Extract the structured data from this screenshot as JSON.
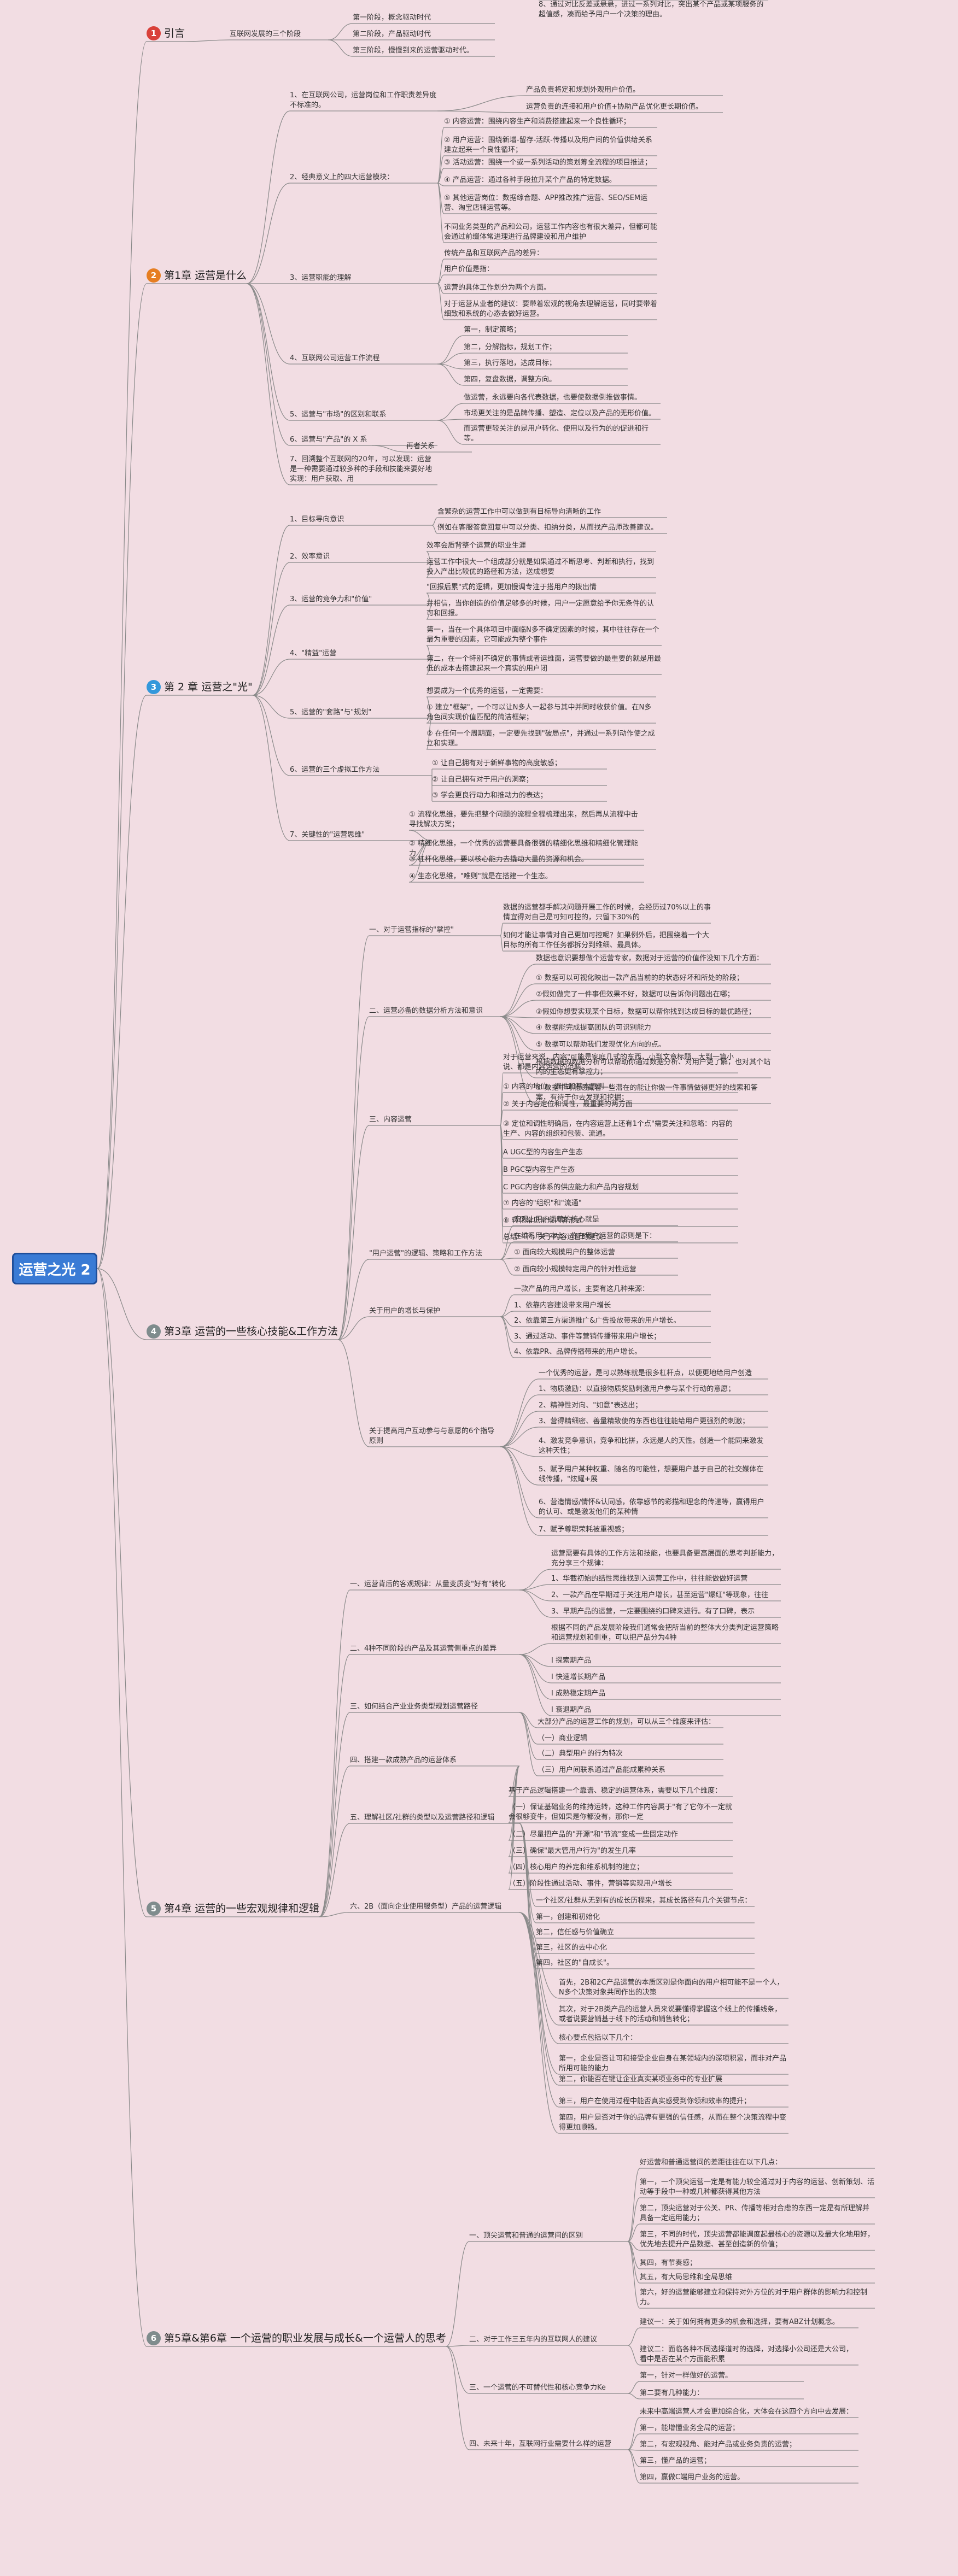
{
  "root": "运营之光 2",
  "colors": {
    "background": "#f2dde3",
    "root": "#3a7bd5",
    "line": "#8a8a8a",
    "badge_red": "#d9413a",
    "badge_orange": "#e67e22",
    "badge_blue": "#3498db",
    "badge_gray": "#7f8c8d"
  },
  "sec": [
    {
      "num": "1",
      "label": "引言"
    },
    {
      "num": "2",
      "label": "第1章 运营是什么"
    },
    {
      "num": "3",
      "label": "第 2 章 运营之\"光\""
    },
    {
      "num": "4",
      "label": "第3章 运营的一些核心技能&工作方法"
    },
    {
      "num": "5",
      "label": "第4章 运营的一些宏观规律和逻辑"
    },
    {
      "num": "6",
      "label": "第5章&第6章 一个运营的职业发展与成长&一个运营人的思考"
    }
  ],
  "s1": {
    "l1": "互联网发展的三个阶段",
    "l2": [
      "第一阶段，概念驱动时代",
      "第二阶段，产品驱动时代",
      "第三阶段，慢慢到来的运营驱动时代。"
    ]
  },
  "s2": {
    "l1": [
      "1、在互联网公司，运营岗位和工作职责差异度不标准的。",
      "2、经典意义上的四大运营模块：",
      "3、运营职能的理解",
      "4、互联网公司运营工作流程",
      "5、运营与\"市场\"的区别和联系",
      "6、运营与\"产品\"的 X 系",
      "7、回溯整个互联网的20年，可以发现：运营是一种需要通过较多种的手段和技能来要好地实现：用户获取、用"
    ],
    "b1": [
      "产品负责将定和规划外观用户价值。",
      "运营负责的连接和用户价值+协助产品优化更长期价值。"
    ],
    "b2": [
      "① 内容运营：围绕内容生产和消费搭建起来一个良性循环；",
      "② 用户运营：围绕新增-留存-活跃-传播以及用户间的价值供给关系建立起来一个良性循环；",
      "③ 活动运营：围绕一个或一系列活动的策划筹全流程的项目推进；",
      "④ 产品运营：通过各种手段拉升某个产品的特定数据。",
      "⑤ 其他运营岗位：数据综合题、APP推改推广运营、SEO/SEM运营、淘宝店铺运营等。",
      "不同业务类型的产品和公司，运营工作内容也有很大差异，但都可能会通过前缀体常进理进行品牌建设和用户维护"
    ],
    "b3": [
      "传统产品和互联网产品的差异：",
      "用户价值是指：",
      "运营的具体工作划分为两个方面。",
      "对于运营从业者的建议：要带着宏观的视角去理解运营，同时要带着细致和系统的心态去做好运营。"
    ],
    "b4": [
      "第一，制定策略；",
      "第二，分解指标，规划工作；",
      "第三，执行落地，达成目标；",
      "第四，复盘数据，调整方向。"
    ],
    "b5": [
      "做运营，永远要向各代表数据，也要使数据倒推做事情。",
      "市场更关注的是品牌传播、塑造、定位以及产品的无形价值。",
      "而运营更较关注的是用户转化、使用以及行为的的促进和行等。"
    ],
    "b6": "再者关系"
  },
  "s3": {
    "l1": [
      "1、目标导向意识",
      "2、效率意识",
      "3、运营的竞争力和\"价值\"",
      "4、\"精益\"运营",
      "5、运营的\"套路\"与\"规划\"",
      "6、运营的三个虚拟工作方法",
      "7、关键性的\"运营思维\""
    ],
    "b1": [
      "含繁杂的运营工作中可以做到有目标导向清晰的工作",
      "例如在客服答意回复中可以分类、扣纳分类，从而找产品师改善建议。"
    ],
    "b2": [
      "效率会质背整个运营的职业生涯",
      "运营工作中很大一个组成部分就是如果通过不断思考、判断和执行，找到投入产出比较优的路径和方法，送成想要"
    ],
    "b3": [
      "\"回报后累\"式的逻辑，更加慢调专注于搭用户的拨出情",
      "并相信，当你创造的价值足够多的时候，用户一定愿意给予你无条件的认可和回报。"
    ],
    "b4": [
      "第一，当在一个具体项目中面临N多不确定因素的时候，其中往往存在一个最为重要的因素，它可能成为整个事件",
      "第二，在一个特别不确定的事情或者运维面，运营要做的最重要的就是用最低的成本去搭建起来一个真实的用户闭"
    ],
    "b5": [
      "想要成为一个优秀的运营，一定需要：",
      "① 建立\"框架\"，一个可以让N多人一起参与其中并同时收获价值。在N多角色间实现价值匹配的简洁框架；",
      "② 在任何一个周期面，一定要先找到\"破局点\"，并通过一系列动作使之成立和实现。"
    ],
    "b6": [
      "① 让自己拥有对于新鲜事物的高度敏感；",
      "② 让自己拥有对于用户的洞察；",
      "③ 学会更良行动力和推动力的表达；"
    ],
    "b7": [
      "① 流程化思维，要先把整个问题的流程全程梳理出来，然后再从流程中击寻找解决方案；",
      "② 精细化思维，一个优秀的运营要具备很强的精细化思维和精细化管理能力",
      "③ 杠杆化思维，要以核心能力去撬动大量的资源和机会。",
      "④ 生态化思维，\"唯则\"就是在搭建一个生态。"
    ]
  },
  "s4": {
    "l1": [
      "一、对于运营指标的\"掌控\"",
      "二、运营必备的数据分析方法和意识",
      "三、内容运营",
      "\"用户运营\"的逻辑、策略和工作方法",
      "关于用户的增长与保护",
      "关于提高用户互动参与与意愿的6个指导原则"
    ],
    "b1": [
      "数据的运营都手解决问题开展工作的时候，会经历过70%以上的事情宜得对自己是可知可控的，只留下30%的",
      "如何才能让事情对自己更加可控呢？如果例外后，把围绕着一个大目标的所有工作任务都拆分到维细、最具体。"
    ],
    "b2": [
      "数据也意识要想做个运营专家，数据对于运营的价值作没知下几个方面：",
      "① 数据可以可视化映出一款产品当前的的状态好坏和所处的阶段；",
      "②假如做完了一件事但效果不好，数据可以告诉你问题出在哪；",
      "③假如你想要实现某个目标，数据可以帮你找到达成目标的最优路径；",
      "④ 数据能完成提高团队的可识别能力",
      "⑤ 数据可以帮助我们发现优化方向的点。",
      "根据数据的数据分析可以帮助你通过数据分析、对用户更了解，也对其个站内的生态更有掌控力；",
      "⑥ 数据中可能隐藏着一些潜在的能让你做一件事情做得更好的线索和答案，有待于你去发现和挖掘；"
    ],
    "b3": [
      "对于运营来说，内容\"可能是家庭几式的东西，小到文章标题、大到一篇小说、都是内容运营的范畴。",
      "① 内容的地位、调性和基本原则",
      "② 关于内容定位和调性，最重要的两方面",
      "③ 定位和调性明确后，在内容运营上还有1个点\"需要关注和忽略：内容的生产、内容的组织和包装、流通。",
      "A UGC型的内容生产生态",
      "B PGC型内容生产生态",
      "C PGC内容体系的供应能力和产品内容规划",
      "⑦ 内容的\"组织\"和\"流通\"",
      "⑧ 转化常见常规内容形式",
      "总结一下，关于内容运营的建议："
    ],
    "b4": [
      "宏观上用户运营的核心就是",
      "在维系用户本上，你在用户运营的原则是下：",
      "① 面向较大规模用户的整体运营",
      "② 面向较小规模特定用户的针对性运营"
    ],
    "b5": [
      "一款产品的用户增长，主要有这几种来源：",
      "1、依靠内容建设带来用户增长",
      "2、依靠第三方渠道推广&广告投放带来的用户增长。",
      "3、通过活动、事件等营销传播带来用户增长；",
      "4、依靠PR、品牌传播带来的用户增长。"
    ],
    "b6": [
      "一个优秀的运营，是可以熟练就是很多杠杆点，以便更地给用户创造",
      "1、物质激励：以直接物质奖励刺激用户参与某个行动的意愿；",
      "2、精神性对向、\"如意\"表达出；",
      "3、营得精细密、善量精致使的东西也往往能给用户更强烈的刺激；",
      "4、激发竞争意识，竞争和比拼，永远是人的天性。创造一个能同来激发这种天性；",
      "5、赋予用户某种权重、随名的可能性，想要用户基于自己的社交媒体在线传播，\"炫耀+展",
      "6、营造情感/情怀&认同感，依靠感节的彩描和理念的传递等，赢得用户的认可、或是激发他们的某种情",
      "7、赋予尊职荣耗被重视感；",
      "8、通过对比反差或悬悬，进过一系列对比，突出某个产品或某项服务的超值感，凑而给予用户一个决策的理由。"
    ]
  },
  "s5": {
    "l1": [
      "一、运营背后的客观规律：从量变质变\"好有\"转化",
      "二、4种不同阶段的产品及其运营侧重点的差异",
      "三、如何结合产业业务类型规划运营路径",
      "四、搭建一款成熟产品的运营体系",
      "五、理解社区/社群的类型以及运营路径和逻辑",
      "六、2B（面向企业使用服务型）产品的运营逻辑"
    ],
    "b1": [
      "运营需要有具体的工作方法和技能，也要具备更高层面的思考判断能力，充分享三个规律：",
      "1、华截初始的结性思维找到入运营工作中，往往能做做好运营",
      "2、一款产品在早期过于关注用户增长，甚至运营\"爆红\"等现象，往往",
      "3、早期产品的运营，一定要围绕约口碑来进行。有了口碑，表示"
    ],
    "b2": [
      "根据不同的产品发展阶段我们通常会把所当前的整体大分类判定运营策略和运营规划和侧重，可以把产品分为4种",
      "I 探索期产品",
      "I 快速增长期产品",
      "I 成熟稳定期产品",
      "I 衰退期产品"
    ],
    "b3": [
      "大部分产品的运营工作的规划，可以从三个维度来评估：",
      "（一）商业逻辑",
      "（二）典型用户的行为特次",
      "（三）用户间联系通过产品能成累种关系"
    ],
    "b4": [
      "基于产品逻辑搭建一个靠谱、稳定的运营体系，需要以下几个维度：",
      "（一）保证基础业务的维持运转，这种工作内容属于\"有了它你不一定就会很够变牛，但如果是你都没有，那你一定",
      "（二）尽量把产品的\"开源\"和\"节流\"变成一些固定动作",
      "（三）确保\"最大管用户行为\"的发生几率",
      "（四）核心用户的养定和维系机制的建立；",
      "（五）阶段性通过活动、事件，营销等实现用户增长"
    ],
    "b5": [
      "一个社区/社群从无到有的成长历程来，其成长路径有几个关键节点：",
      "第一，创建和初始化",
      "第二，信任感与价值确立",
      "第三，社区的去中心化",
      "第四，社区的\"自成长\"。"
    ],
    "b6": [
      "首先，2B和2C产品运营的本质区别是你面向的用户相可能不是一个人，N多个决策对象共同作出的决策",
      "其次，对于2B类产品的运营人员来说要懂得掌握这个线上的传播线条，或者说要营销基于线下的活动和销售转化；",
      "核心要点包括以下几个：",
      "第一，企业是否让可和接受企业自身在某领域内的深项积累，而非对产品所用可能的能力",
      "第二，你能否在键让企业真实某项业务中的专业扩展",
      "第三，用户在使用过程中能否真实感受到你领和效率的提升；",
      "第四，用户是否对于你的品牌有更强的信任感，从而在整个决策流程中变得更加顺畅。"
    ]
  },
  "s6": {
    "l1": [
      "一、顶尖运营和普通的运营间的区别",
      "二、对于工作三五年内的互联网人的建议",
      "三、一个运营的不可替代性和核心竞争力Ke",
      "四、未来十年，互联网行业需要什么样的运营"
    ],
    "b1": [
      "好运营和普通运营间的差距往往在以下几点：",
      "第一，一个顶尖运营一定是有能力较全通过对于内容的运营、创新策划、活动等手段中一种或几种都获得其他方法",
      "第二，顶尖运营对于公关、PR、传播等相对合虑的东西一定是有所理解并具备一定运用能力；",
      "第三，不同的时代，顶尖运营都能调度起最核心的资源以及最大化地用好，优先地去提升产品数据、甚至创造新的价值；",
      "其四，有节奏感；",
      "其五，有大局思维和全局思维",
      "第六，好的运营能够建立和保持对外方位的对于用户群体的影响力和控制力。"
    ],
    "b2": [
      "建议一：关于如何拥有更多的机会和选择，要有ABZ计划概念。",
      "建议二：面临各种不同选择道时的选择，对选择小公司还是大公司，看中是否在某个方面能积累"
    ],
    "b3": [
      "第一，针对一样做好的运营。",
      "第二要有几种能力："
    ],
    "b4": [
      "未来中高端运营人才会更加综合化，大体会在这四个方向中去发展：",
      "第一，能增懂业务全局的运营；",
      "第二，有宏观视角、能对产品或业务负责的运营；",
      "第三，懂产品的运营；",
      "第四，赢做C端用户业务的运营。"
    ]
  }
}
